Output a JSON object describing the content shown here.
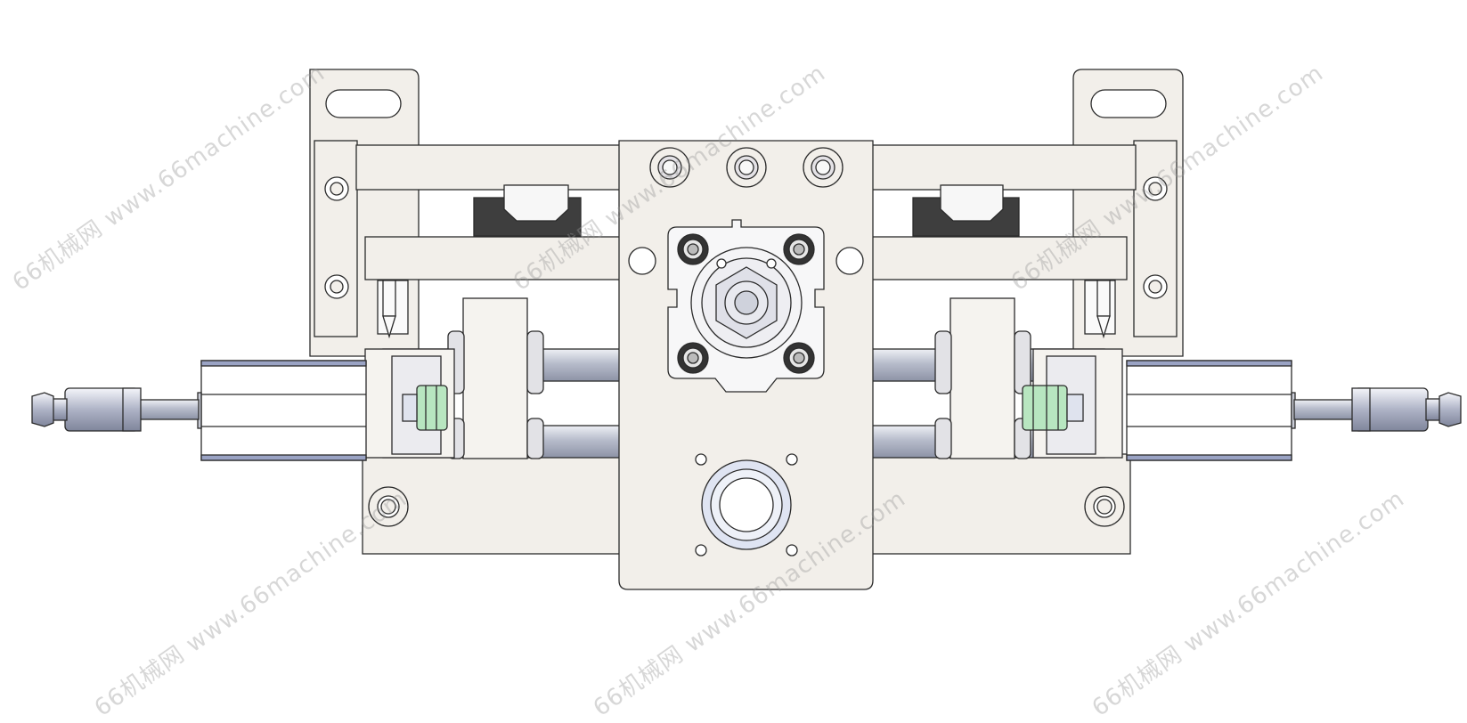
{
  "view": {
    "type": "cad-assembly-drawing",
    "content": "twin pneumatic cylinder slide assembly, front orthographic view"
  },
  "watermark": {
    "text": "66机械网 www.66machine.com"
  },
  "colors": {
    "background": "#ffffff",
    "plate_fill": "#f2efea",
    "outline": "#2b2b2b",
    "rail_block": "#3e3e3e",
    "cylinder_body": "#ffffff",
    "cylinder_stripe": "#9aa3c4",
    "rod_steel": "#c9ccd6",
    "spring_green": "#b8e6c0",
    "bearing_blue": "#dfe4f2"
  },
  "icons": [
    "cylinder-icon",
    "bolt-hole-icon",
    "slot-icon",
    "linear-rail-icon",
    "rod-end-nut-icon",
    "bearing-icon"
  ]
}
